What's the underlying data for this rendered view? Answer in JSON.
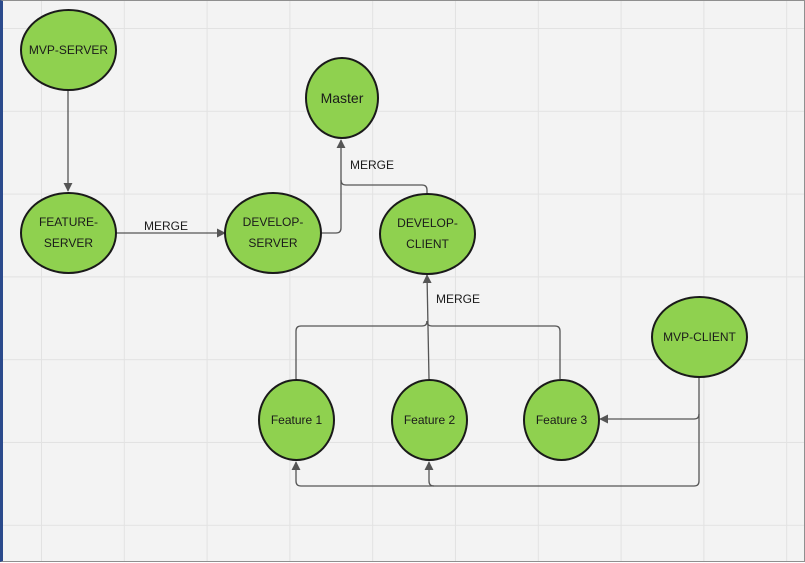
{
  "nodes": {
    "mvp_server": "MVP-SERVER",
    "feature_server": "FEATURE-\nSERVER",
    "develop_server": "DEVELOP-\nSERVER",
    "master": "Master",
    "develop_client": "DEVELOP-\nCLIENT",
    "mvp_client": "MVP-CLIENT",
    "feature_1": "Feature 1",
    "feature_2": "Feature 2",
    "feature_3": "Feature 3"
  },
  "edge_labels": {
    "merge_to_develop_server": "MERGE",
    "merge_to_master": "MERGE",
    "merge_to_develop_client": "MERGE"
  },
  "colors": {
    "node_fill": "#8fd14f",
    "node_border": "#1a1a1a",
    "connector": "#555555"
  }
}
